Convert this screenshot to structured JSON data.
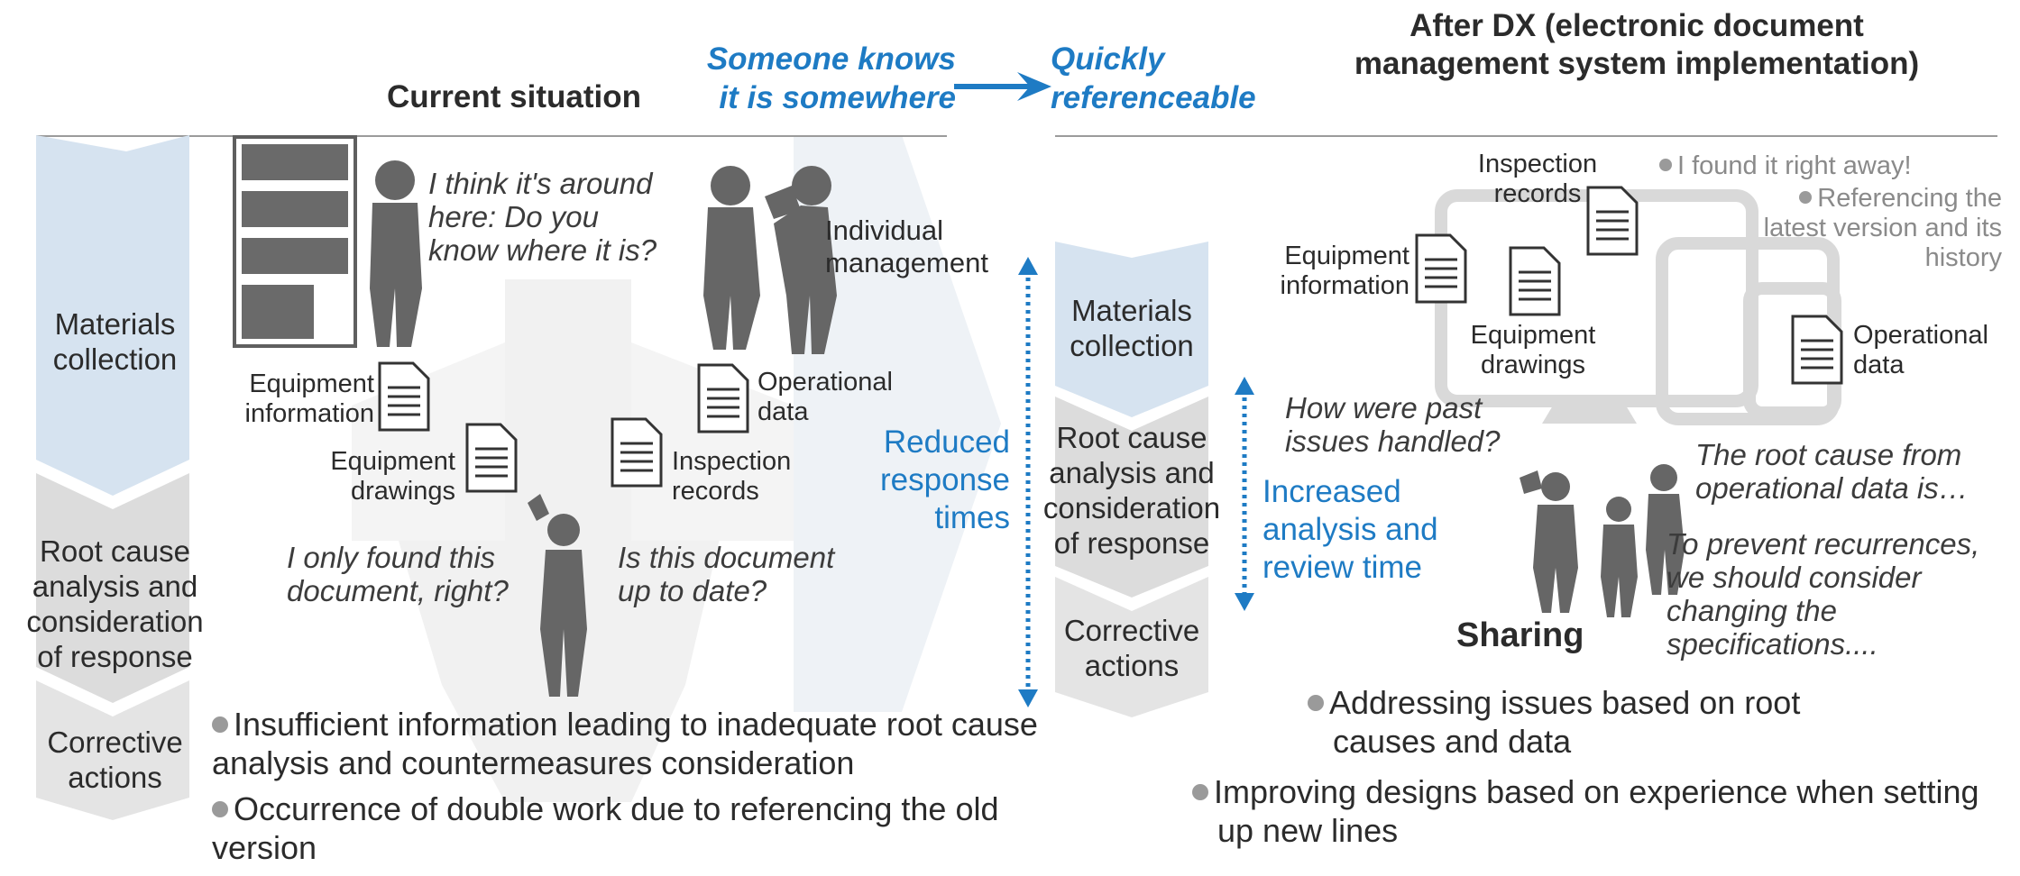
{
  "left": {
    "title": "Current situation",
    "stages": [
      "Materials collection",
      "Root cause analysis and consideration of response",
      "Corrective actions"
    ],
    "quotes": {
      "around_here": "I think it's around here: Do you know where it is?",
      "only_found": "I only found this document, right?",
      "up_to_date": "Is this document up to date?"
    },
    "labels": {
      "individual": "Individual management",
      "equip_info": "Equipment information",
      "equip_draw": "Equipment drawings",
      "operational": "Operational data",
      "inspection": "Inspection records"
    },
    "bullets": [
      "Insufficient information leading to inadequate root cause analysis and countermeasures consideration",
      "Occurrence of double work due to referencing the old version"
    ]
  },
  "middle": {
    "someone_knows": "Someone knows it is somewhere",
    "quickly": "Quickly referenceable",
    "reduced": "Reduced response times"
  },
  "right": {
    "title": "After DX (electronic document management system implementation)",
    "stages": [
      "Materials collection",
      "Root cause analysis and consideration of response",
      "Corrective actions"
    ],
    "labels": {
      "inspection": "Inspection records",
      "equip_info": "Equipment information",
      "equip_draw": "Equipment drawings",
      "operational": "Operational data"
    },
    "notes": {
      "found": "I found it right away!",
      "latest": "Referencing the latest version and its history"
    },
    "quotes": {
      "past": "How were past issues handled?",
      "root": "The root cause from operational data is…",
      "prevent": "To prevent recurrences, we should consider changing the specifications...."
    },
    "increased": "Increased analysis and review time",
    "sharing": "Sharing",
    "bullets": [
      "Addressing issues based on root causes and data",
      "Improving designs based on experience when setting up new lines"
    ]
  }
}
